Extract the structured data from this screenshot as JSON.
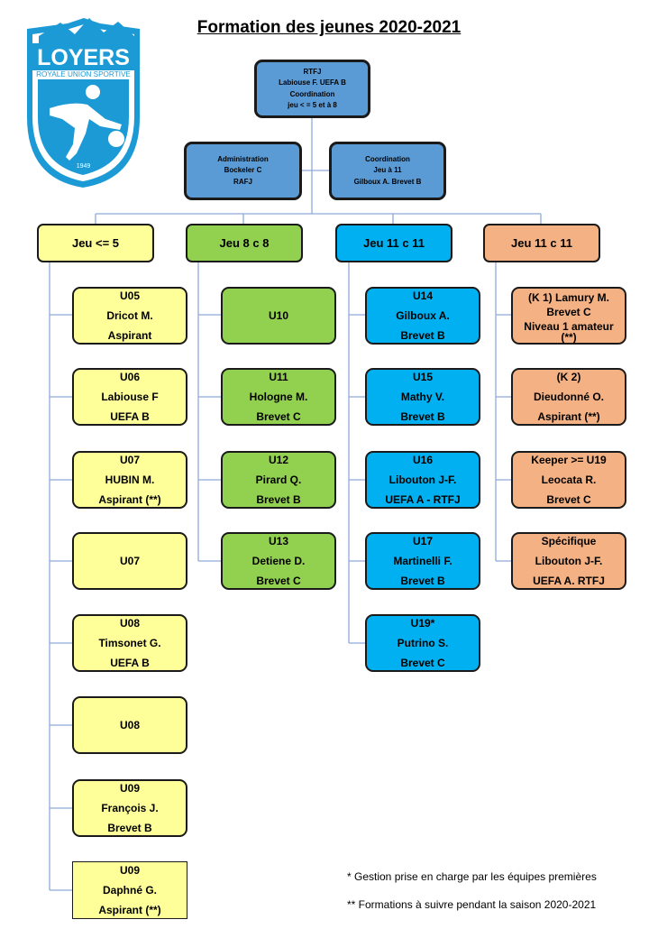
{
  "title": "Formation des jeunes 2020-2021",
  "logo": {
    "name": "LOYERS",
    "subtitle": "ROYALE UNION SPORTIVE",
    "year": "1949"
  },
  "top": {
    "rtfj": [
      "RTFJ",
      "Labiouse F. UEFA B",
      "Coordination",
      "jeu < = 5 et à 8"
    ],
    "admin": [
      "Administration",
      "Bockeler C",
      "RAFJ"
    ],
    "coord": [
      "Coordination",
      "Jeu à 11",
      "Gilboux A.  Brevet B"
    ]
  },
  "headers": [
    "Jeu <= 5",
    "Jeu 8 c 8",
    "Jeu 11 c 11",
    "Jeu 11 c 11"
  ],
  "col1": [
    [
      "U05",
      "Dricot M.",
      "Aspirant"
    ],
    [
      "U06",
      "Labiouse F",
      "UEFA B"
    ],
    [
      "U07",
      "HUBIN M.",
      "Aspirant (**)"
    ],
    [
      "U07"
    ],
    [
      "U08",
      "Timsonet G.",
      "UEFA B"
    ],
    [
      "U08"
    ],
    [
      "U09",
      "François J.",
      "Brevet B"
    ],
    [
      "U09",
      "Daphné G.",
      "Aspirant (**)"
    ]
  ],
  "col2": [
    [
      "U10"
    ],
    [
      "U11",
      "Hologne M.",
      "Brevet C"
    ],
    [
      "U12",
      "Pirard Q.",
      "Brevet B"
    ],
    [
      "U13",
      "Detiene D.",
      "Brevet C"
    ]
  ],
  "col3": [
    [
      "U14",
      "Gilboux A.",
      "Brevet B"
    ],
    [
      "U15",
      "Mathy V.",
      "Brevet B"
    ],
    [
      "U16",
      "Libouton J-F.",
      "UEFA A - RTFJ"
    ],
    [
      "U17",
      "Martinelli F.",
      "Brevet B"
    ],
    [
      "U19*",
      "Putrino S.",
      "Brevet C"
    ]
  ],
  "col4": [
    [
      "(K 1) Lamury M.",
      "Brevet C",
      "Niveau 1 amateur",
      "(**)"
    ],
    [
      "(K 2)",
      "Dieudonné O.",
      "Aspirant (**)"
    ],
    [
      "Keeper >= U19",
      "Leocata R.",
      "Brevet  C"
    ],
    [
      "Spécifique",
      "Libouton J-F.",
      "UEFA A. RTFJ"
    ]
  ],
  "notes": [
    "* Gestion prise en charge par les équipes premières",
    "**  Formations à suivre pendant la saison 2020-2021"
  ],
  "colors": {
    "top": "#5b9bd5",
    "yellow": "#ffff99",
    "green": "#92d050",
    "cyan": "#00b0f0",
    "salmon": "#f4b183",
    "line": "#8faadc"
  }
}
